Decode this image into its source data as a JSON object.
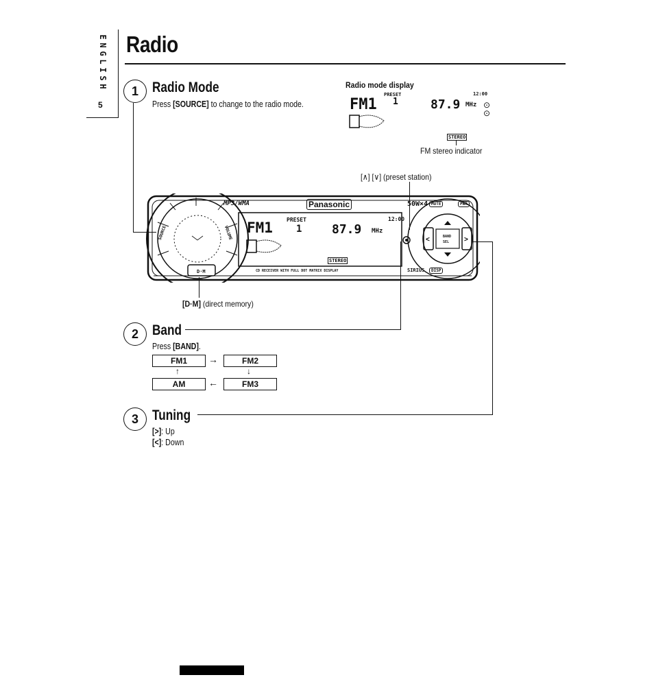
{
  "side_tab": {
    "letters": [
      "E",
      "N",
      "G",
      "L",
      "I",
      "S",
      "H"
    ],
    "page": "5"
  },
  "page_title": "Radio",
  "sections": {
    "radio_mode": {
      "number": "1",
      "heading": "Radio Mode",
      "text_pre": "Press ",
      "text_key": "[SOURCE]",
      "text_post": " to change to the radio mode."
    },
    "band": {
      "number": "2",
      "heading": "Band",
      "text_pre": "Press ",
      "text_key": "[BAND]",
      "text_post": ".",
      "cycle": [
        "FM1",
        "FM2",
        "FM3",
        "AM"
      ],
      "arrows": {
        "right": "→",
        "down": "↓",
        "left": "←",
        "up": "↑"
      }
    },
    "tuning": {
      "number": "3",
      "heading": "Tuning",
      "up_key": "[>]",
      "up_text": ": Up",
      "down_key": "[<]",
      "down_text": ": Down"
    }
  },
  "display_panel": {
    "heading": "Radio mode display",
    "band": "FM1",
    "preset_label": "PRESET",
    "preset_num": "1",
    "frequency": "87.9",
    "unit": "MHz",
    "clock": "12:00",
    "stereo": "STEREO",
    "stereo_caption": "FM stereo indicator"
  },
  "device": {
    "preset_label": "[∧] [∨] (preset station)",
    "dm_key": "[D·M]",
    "dm_text": " (direct memory)",
    "brand": "Panasonic",
    "model": "50W×4",
    "format": "MP3/WMA",
    "band": "FM1",
    "preset_label_small": "PRESET",
    "preset_num": "1",
    "frequency": "87.9",
    "unit": "MHz",
    "clock": "12:00",
    "stereo": "STEREO",
    "dm_button": "D·M",
    "sirius": "SIRIUS",
    "mute": "MUTE",
    "disp": "DISP",
    "source": "SOURCE",
    "band_btn": "BAND",
    "select": "SEL",
    "volume": "VOLUME",
    "pwr": "PWR",
    "bottom_text": "CD RECEIVER WITH FULL DOT MATRIX DISPLAY"
  }
}
